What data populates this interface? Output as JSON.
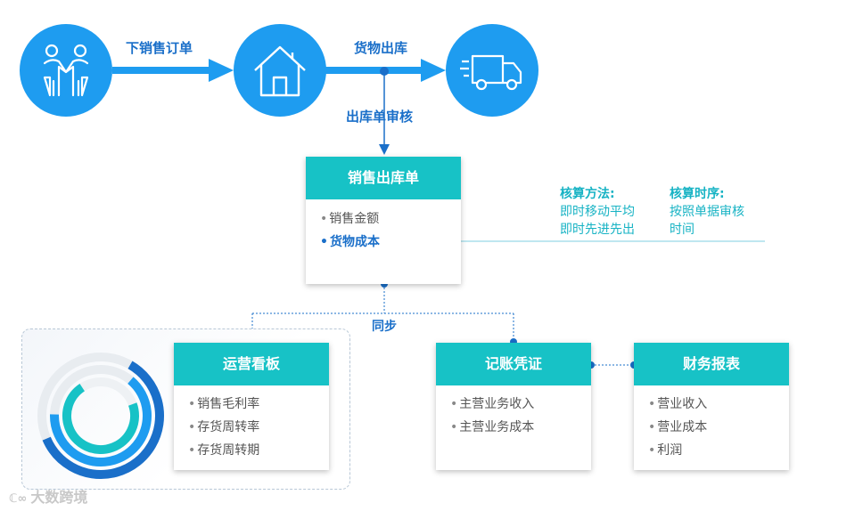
{
  "flow": {
    "step1_label": "下销售订单",
    "step2_label": "货物出库",
    "step3_label": "出库单审核"
  },
  "icons": {
    "customer": "handshake-icon",
    "warehouse": "house-icon",
    "delivery": "truck-icon"
  },
  "outbound_card": {
    "title": "销售出库单",
    "items": [
      {
        "label": "销售金额",
        "highlight": false
      },
      {
        "label": "货物成本",
        "highlight": true
      }
    ]
  },
  "costing_note": {
    "method_title": "核算方法:",
    "method_lines": [
      "即时移动平均",
      "即时先进先出"
    ],
    "sequence_title": "核算时序:",
    "sequence_lines": [
      "按照单据审核",
      "时间"
    ]
  },
  "sync_label": "同步",
  "cards": {
    "dashboard": {
      "title": "运营看板",
      "items": [
        "销售毛利率",
        "存货周转率",
        "存货周转期"
      ]
    },
    "voucher": {
      "title": "记账凭证",
      "items": [
        "主营业务收入",
        "主营业务成本"
      ]
    },
    "report": {
      "title": "财务报表",
      "items": [
        "营业收入",
        "营业成本",
        "利润"
      ]
    }
  },
  "watermark": "大数跨境",
  "colors": {
    "primary_blue": "#1e9cf0",
    "teal": "#17c2c6",
    "text_blue": "#1a6fc9",
    "note_teal": "#17b3c4"
  }
}
